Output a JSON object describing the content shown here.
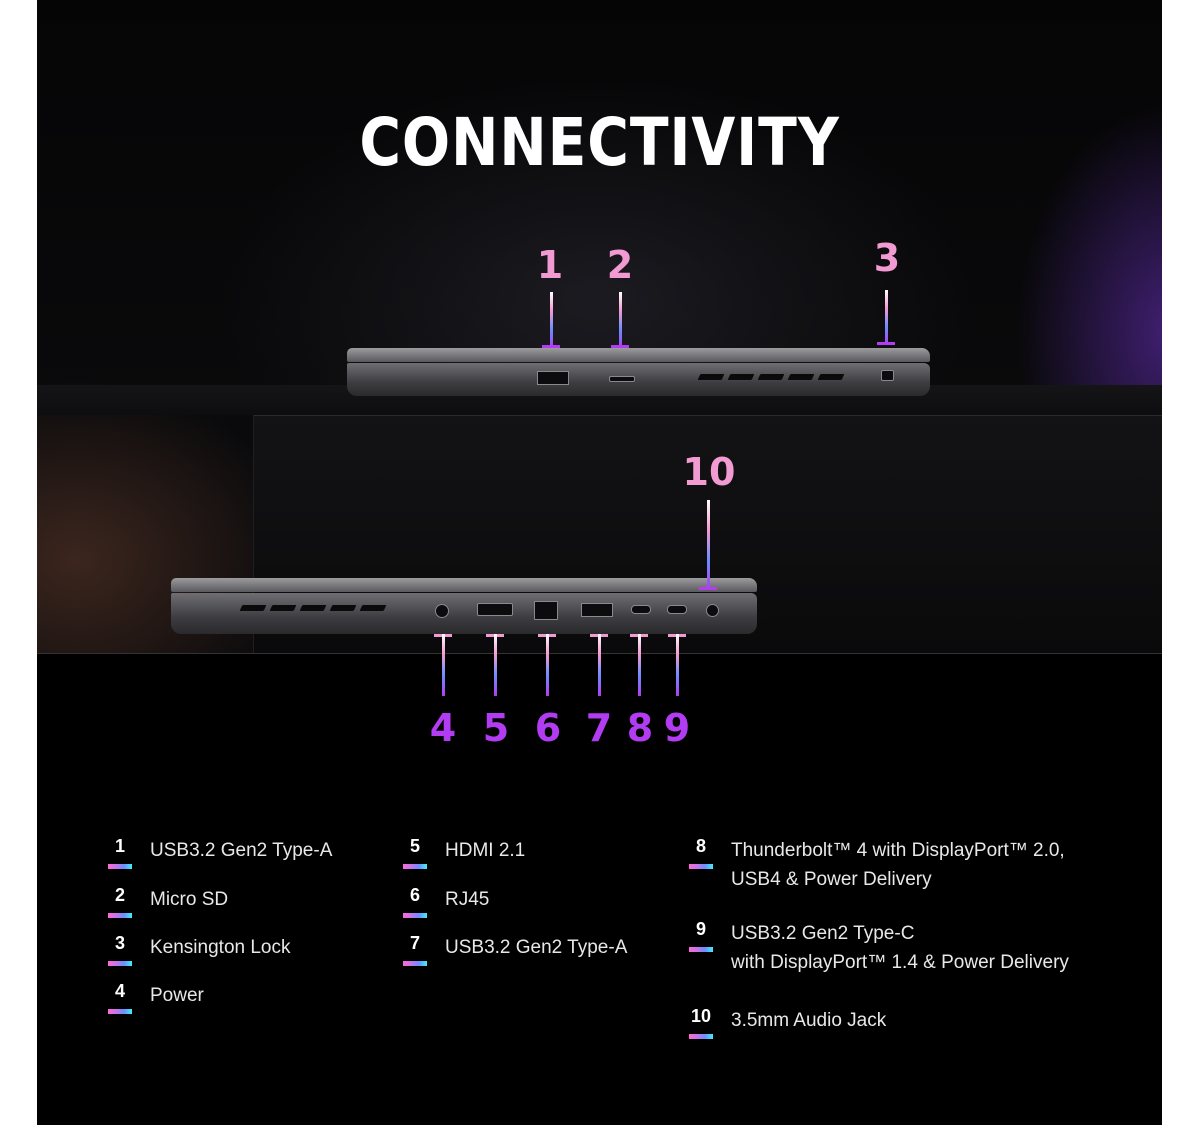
{
  "title": "CONNECTIVITY",
  "colors": {
    "background": "#000000",
    "callout_number_top": "#f29ad2",
    "callout_number_bottom": "#b13cf2",
    "legend_text": "#e8e8e8"
  },
  "callouts": {
    "n1": "1",
    "n2": "2",
    "n3": "3",
    "n4": "4",
    "n5": "5",
    "n6": "6",
    "n7": "7",
    "n8": "8",
    "n9": "9",
    "n10": "10"
  },
  "legend": {
    "col1": [
      {
        "num": "1",
        "label": "USB3.2 Gen2 Type-A"
      },
      {
        "num": "2",
        "label": "Micro SD"
      },
      {
        "num": "3",
        "label": "Kensington Lock"
      },
      {
        "num": "4",
        "label": "Power"
      }
    ],
    "col2": [
      {
        "num": "5",
        "label": "HDMI 2.1"
      },
      {
        "num": "6",
        "label": "RJ45"
      },
      {
        "num": "7",
        "label": "USB3.2 Gen2 Type-A"
      }
    ],
    "col3": [
      {
        "num": "8",
        "line1": "Thunderbolt™ 4 with DisplayPort™ 2.0,",
        "line2": "USB4 &  Power Delivery"
      },
      {
        "num": "9",
        "line1": "USB3.2 Gen2 Type-C",
        "line2": "with DisplayPort™ 1.4 & Power Delivery"
      },
      {
        "num": "10",
        "label": "3.5mm Audio Jack"
      }
    ]
  }
}
